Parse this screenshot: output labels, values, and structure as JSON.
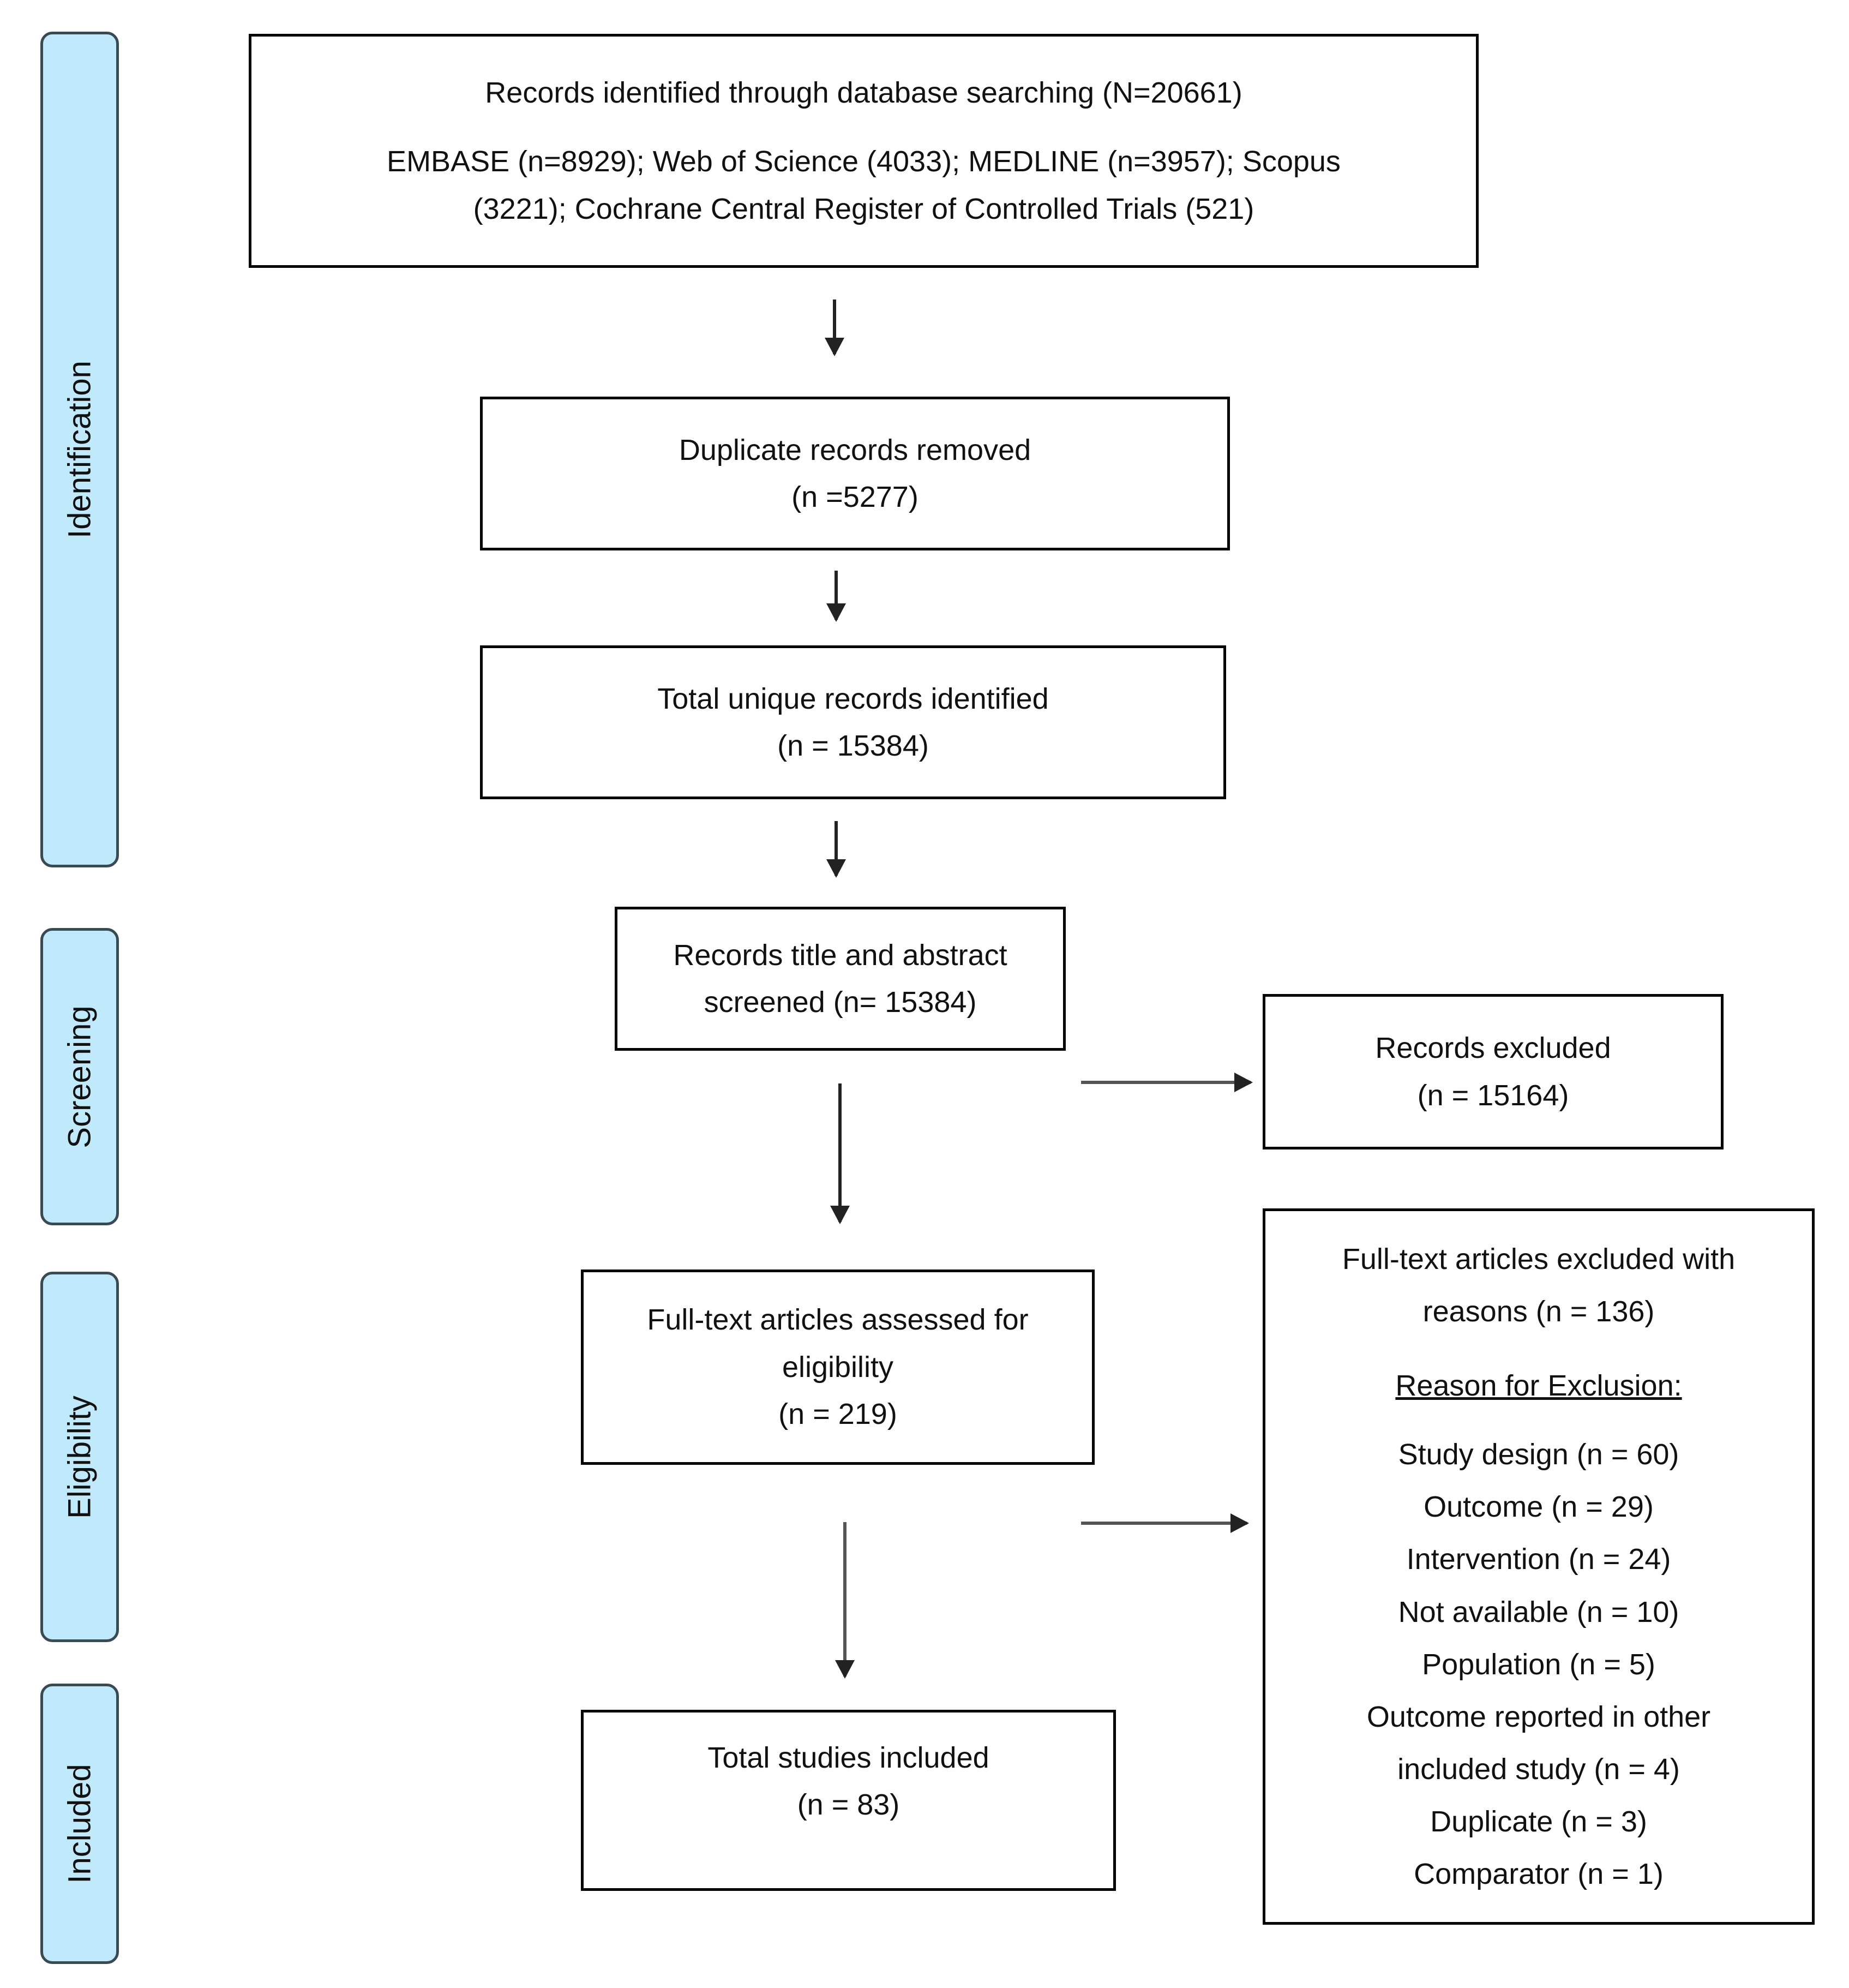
{
  "stages": [
    "Identification",
    "Screening",
    "Eligibility",
    "Included"
  ],
  "boxes": {
    "identified": {
      "line1": "Records identified through database searching (N=20661)",
      "line2": "EMBASE (n=8929); Web of Science (4033); MEDLINE (n=3957); Scopus",
      "line3": "(3221); Cochrane Central Register of Controlled Trials (521)"
    },
    "duplicates": {
      "line1": "Duplicate records removed",
      "line2": "(n =5277)"
    },
    "unique": {
      "line1": "Total unique records identified",
      "line2": "(n = 15384)"
    },
    "screened": {
      "line1": "Records title and abstract",
      "line2": "screened (n= 15384)"
    },
    "excluded": {
      "line1": "Records excluded",
      "line2": "(n = 15164)"
    },
    "fulltext": {
      "line1": "Full-text articles assessed for",
      "line2": "eligibility",
      "line3": "(n = 219)"
    },
    "fulltext_excluded": {
      "line1": "Full-text articles excluded with",
      "line2": "reasons (n = 136)",
      "heading": "Reason for Exclusion:",
      "reasons": [
        "Study design (n = 60)",
        "Outcome (n = 29)",
        "Intervention (n = 24)",
        "Not available (n = 10)",
        "Population (n = 5)",
        "Outcome reported in other",
        "included study (n = 4)",
        "Duplicate (n = 3)",
        "Comparator (n = 1)"
      ]
    },
    "included": {
      "line1": "Total studies included",
      "line2": "(n = 83)"
    }
  },
  "colors": {
    "stage_fill": "#c0e9fb",
    "stage_border": "#3a4a52",
    "box_border": "#000000"
  }
}
